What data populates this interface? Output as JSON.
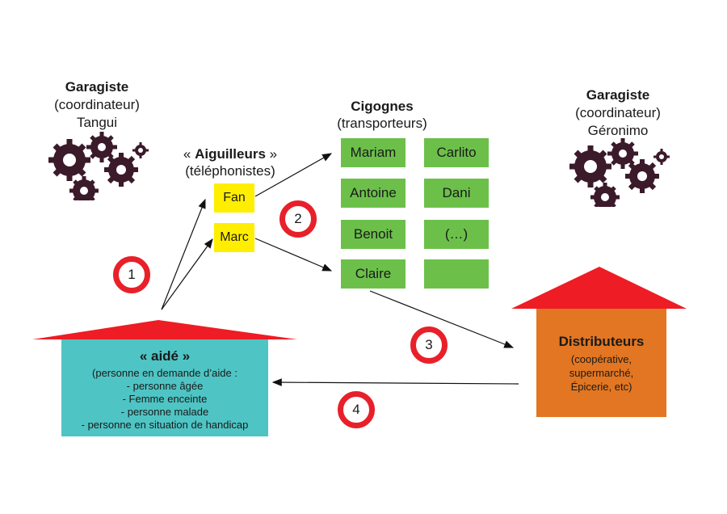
{
  "garagiste_left": {
    "title": "Garagiste",
    "role": "(coordinateur)",
    "name": "Tangui",
    "icon": "gears-icon"
  },
  "garagiste_right": {
    "title": "Garagiste",
    "role": "(coordinateur)",
    "name": "Géronimo",
    "icon": "gears-icon"
  },
  "aiguilleurs": {
    "title_prefix": "« ",
    "title": "Aiguilleurs",
    "title_suffix": " »",
    "subtitle": "(téléphonistes)",
    "names": [
      "Fan",
      "Marc"
    ]
  },
  "cigognes": {
    "title": "Cigognes",
    "subtitle": "(transporteurs)",
    "names": [
      "Mariam",
      "Carlito",
      "Antoine",
      "Dani",
      "Benoit",
      "(…)",
      "Claire",
      ""
    ]
  },
  "aide": {
    "title": "« aidé »",
    "lines": [
      "(personne en demande d’aide :",
      "- personne âgée",
      "- Femme enceinte",
      "- personne malade",
      "- personne en situation de handicap"
    ]
  },
  "distributeurs": {
    "title": "Distributeurs",
    "lines": [
      "(coopérative,",
      "supermarché,",
      "Épicerie, etc)"
    ]
  },
  "steps": [
    "1",
    "2",
    "3",
    "4"
  ],
  "colors": {
    "yellow": "#ffee00",
    "green": "#6cc04a",
    "roof": "#ee1c24",
    "aide_body": "#4fc4c4",
    "distrib_body": "#e27622",
    "step_ring": "#e8202a",
    "gears": "#3b1a2a"
  }
}
